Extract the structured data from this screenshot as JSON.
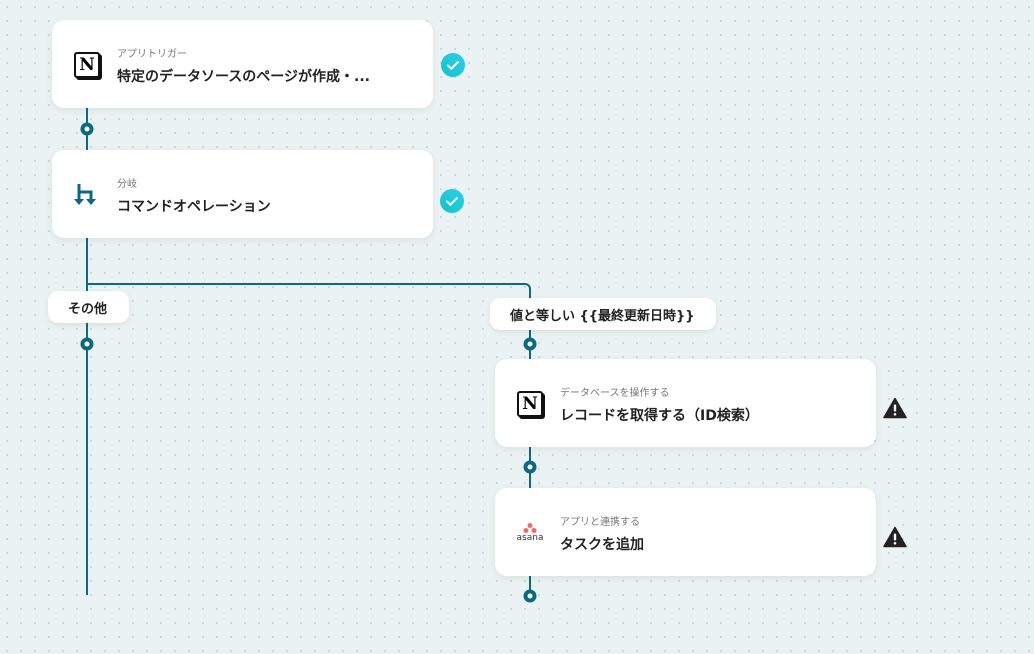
{
  "nodes": [
    {
      "subtitle": "アプリトリガー",
      "title": "特定のデータソースのページが作成・...",
      "icon": "notion-icon",
      "status": "success"
    },
    {
      "subtitle": "分岐",
      "title": "コマンドオペレーション",
      "icon": "branch-icon",
      "status": "success"
    },
    {
      "subtitle": "データベースを操作する",
      "title": "レコードを取得する（ID検索）",
      "icon": "notion-icon",
      "status": "warning"
    },
    {
      "subtitle": "アプリと連携する",
      "title": "タスクを追加",
      "icon": "asana-icon",
      "status": "warning"
    }
  ],
  "branches": {
    "other": "その他",
    "equals": "値と等しい {{最終更新日時}}"
  },
  "logos": {
    "notion": "N",
    "asana": "asana"
  },
  "colors": {
    "line": "#0f6882",
    "success": "#1fc6d6",
    "warning": "#222222",
    "asana": "#f06a6a"
  }
}
